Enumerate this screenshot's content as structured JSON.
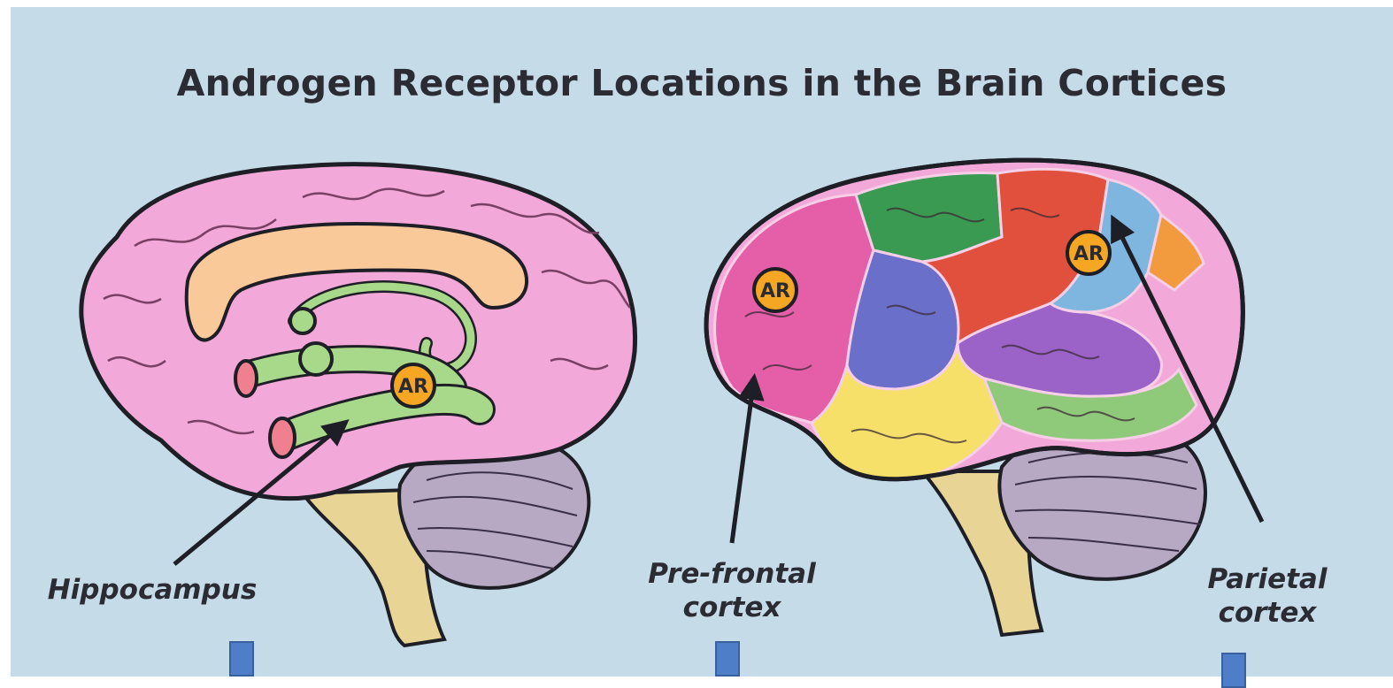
{
  "title": "Androgen Receptor Locations in the Brain Cortices",
  "receptor_badge": "AR",
  "labels": {
    "hippocampus": "Hippocampus",
    "prefrontal_line1": "Pre-frontal",
    "prefrontal_line2": "cortex",
    "parietal_line1": "Parietal",
    "parietal_line2": "cortex"
  },
  "colors": {
    "background": "#c5dbe8",
    "brain_pink": "#f2a8d8",
    "receptor_orange": "#f5a623",
    "hippocampus_green": "#a8d98a",
    "corpus_callosum": "#f9c99a",
    "cerebellum": "#b7a8c4",
    "brainstem": "#e8d596",
    "frontal_magenta": "#e45ea8",
    "region_green": "#3a9a52",
    "region_red": "#e0503c",
    "region_blue": "#6a6fc9",
    "region_lightblue": "#7fb6e0",
    "region_purple": "#9b63c7",
    "region_yellow": "#f6e06a",
    "region_orange": "#f29a3e",
    "marker_blue": "#4f7ec9"
  }
}
